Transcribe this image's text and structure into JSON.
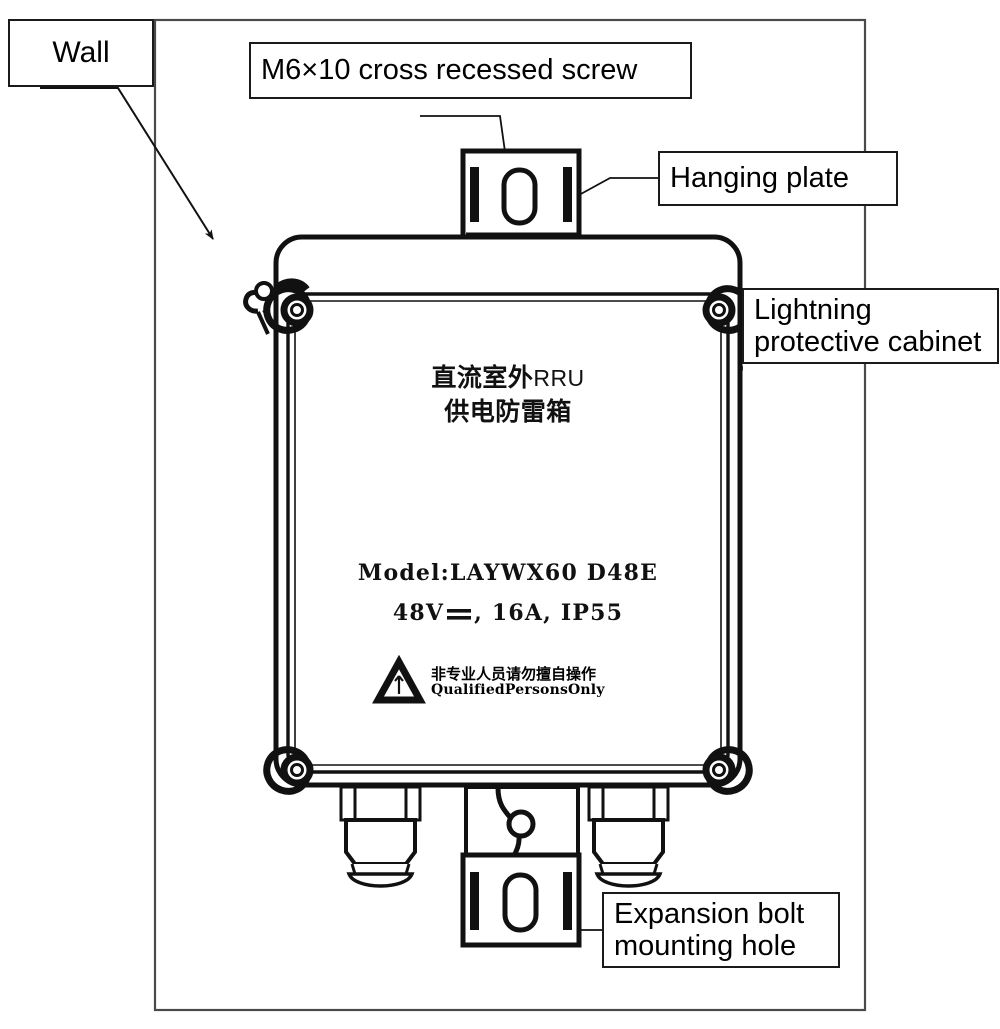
{
  "diagram": {
    "title": "DC outdoor RRU power supply lightning protection box wall mounting diagram",
    "line_color": "#111111",
    "background": "#ffffff"
  },
  "callouts": [
    {
      "id": "wall",
      "label": "Wall"
    },
    {
      "id": "screw",
      "label": "M6×10 cross recessed screw"
    },
    {
      "id": "hanging_plate",
      "label": "Hanging plate"
    },
    {
      "id": "lightning_cabinet",
      "line1": "Lightning",
      "line2": "protective cabinet"
    },
    {
      "id": "expansion_bolt",
      "line1": "Expansion bolt",
      "line2": "mounting hole"
    }
  ],
  "cabinet_label": {
    "product_name_line1_cn": "直流室外",
    "product_name_line1_latin": "RRU",
    "product_name_line2_cn": "供电防雷箱",
    "model_line": "Model:LAYWX60 D48E",
    "rating_voltage": "48V",
    "rating_dc_symbol": "⏩",
    "rating_rest": ",  16A,  IP55",
    "warning_cn": "非专业人员请勿擅自操作",
    "warning_en": "QualifiedPersonsOnly",
    "warning_icon": "warning-triangle-icon"
  },
  "parts": {
    "outer_frame": "wall-outline-frame",
    "top_hanging_plate": "top-hanging-plate",
    "top_screw": "m6-cross-recessed-screw",
    "cabinet_body": "lightning-protective-cabinet",
    "corner_screws_count": 4,
    "cable_glands_count": 2,
    "bottom_bracket": "bottom-mounting-bracket",
    "bottom_hanging_plate": "bottom-hanging-plate",
    "expansion_bolt_slot": "expansion-bolt-mounting-hole"
  }
}
